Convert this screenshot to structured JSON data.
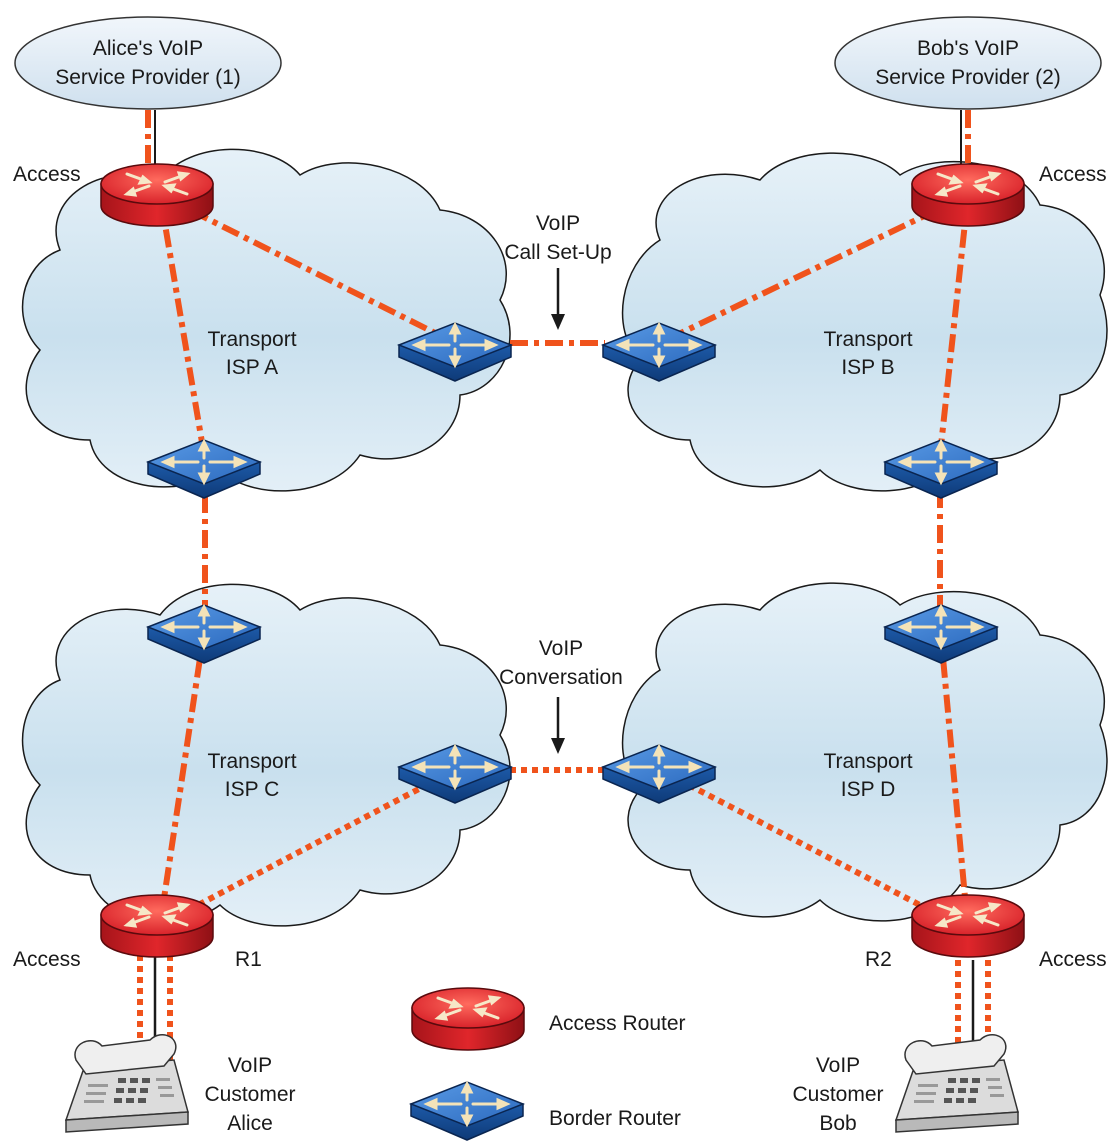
{
  "providers": {
    "alice": {
      "line1": "Alice's VoIP",
      "line2": "Service Provider (1)"
    },
    "bob": {
      "line1": "Bob's VoIP",
      "line2": "Service Provider (2)"
    }
  },
  "clouds": {
    "isp_a": {
      "line1": "Transport",
      "line2": "ISP A"
    },
    "isp_b": {
      "line1": "Transport",
      "line2": "ISP B"
    },
    "isp_c": {
      "line1": "Transport",
      "line2": "ISP C"
    },
    "isp_d": {
      "line1": "Transport",
      "line2": "ISP D"
    }
  },
  "access_labels": {
    "top_left": "Access",
    "top_right": "Access",
    "bottom_left": "Access",
    "bottom_right": "Access"
  },
  "router_ids": {
    "r1": "R1",
    "r2": "R2"
  },
  "annotations": {
    "call_setup": {
      "line1": "VoIP",
      "line2": "Call Set-Up"
    },
    "conversation": {
      "line1": "VoIP",
      "line2": "Conversation"
    }
  },
  "customers": {
    "alice": {
      "line1": "VoIP",
      "line2": "Customer",
      "line3": "Alice"
    },
    "bob": {
      "line1": "VoIP",
      "line2": "Customer",
      "line3": "Bob"
    }
  },
  "legend": {
    "access_router": "Access Router",
    "border_router": "Border Router"
  },
  "colors": {
    "link": "#f0531c",
    "access_router": "#e0262b",
    "border_router": "#2b6cc4",
    "cloud_fill": "#d3e7f2",
    "cloud_stroke": "#1a1a1a",
    "provider_fill": "#dfe9f3"
  }
}
